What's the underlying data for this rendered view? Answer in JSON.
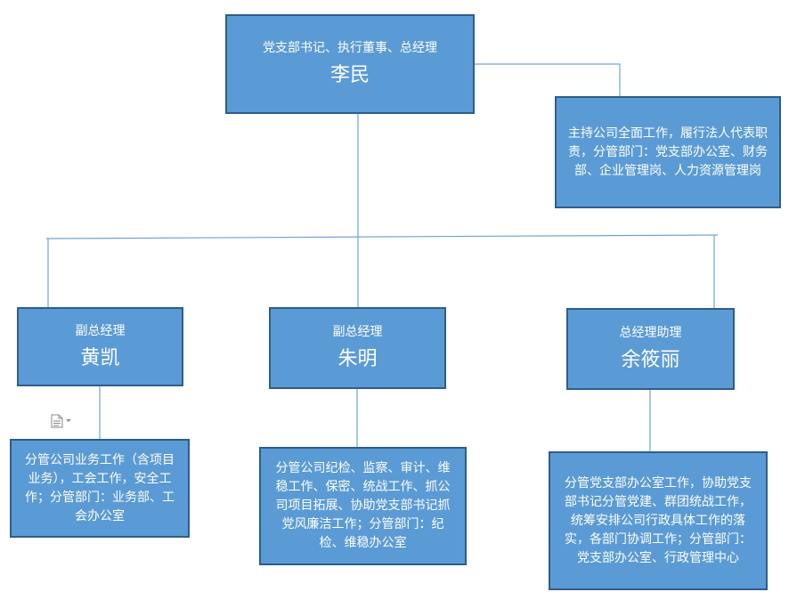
{
  "top": {
    "role": "党支部书记、执行董事、总经理",
    "name": "李民",
    "duties": "主持公司全面工作，履行法人代表职责，分管部门：党支部办公室、财务部、企业管理岗、人力资源管理岗"
  },
  "deputies": [
    {
      "role": "副总经理",
      "name": "黄凯",
      "duties": "分管公司业务工作（含项目业务），工会工作，安全工作；分管部门：业务部、工会办公室"
    },
    {
      "role": "副总经理",
      "name": "朱明",
      "duties": "分管公司纪检、监察、审计、维稳工作、保密、统战工作、抓公司项目拓展、协助党支部书记抓党风廉洁工作；分管部门：纪检、维稳办公室"
    },
    {
      "role": "总经理助理",
      "name": "余筱丽",
      "duties": "分管党支部办公室工作，协助党支部书记分管党建、群团统战工作，统筹安排公司行政具体工作的落实，各部门协调工作；分管部门：党支部办公室、行政管理中心"
    }
  ],
  "icons": {
    "paste_options": "document-icon"
  },
  "colors": {
    "box_fill": "#5b9bd5",
    "box_border": "#2e5d8a",
    "connector": "#6fa3d8"
  }
}
